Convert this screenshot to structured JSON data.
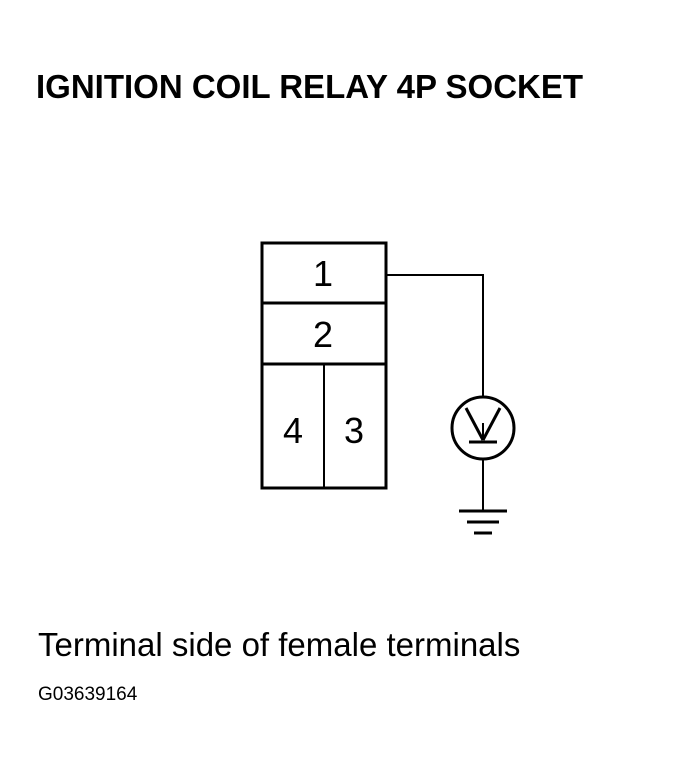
{
  "title": "IGNITION COIL RELAY 4P SOCKET",
  "connector": {
    "terminals": [
      {
        "id": "1",
        "label": "1"
      },
      {
        "id": "2",
        "label": "2"
      },
      {
        "id": "4",
        "label": "4"
      },
      {
        "id": "3",
        "label": "3"
      }
    ],
    "probe_terminal": "1"
  },
  "meter": {
    "type": "voltmeter",
    "icon": "voltmeter-icon"
  },
  "ground": {
    "icon": "ground-symbol-icon"
  },
  "caption": "Terminal side of female terminals",
  "figure_id": "G03639164"
}
